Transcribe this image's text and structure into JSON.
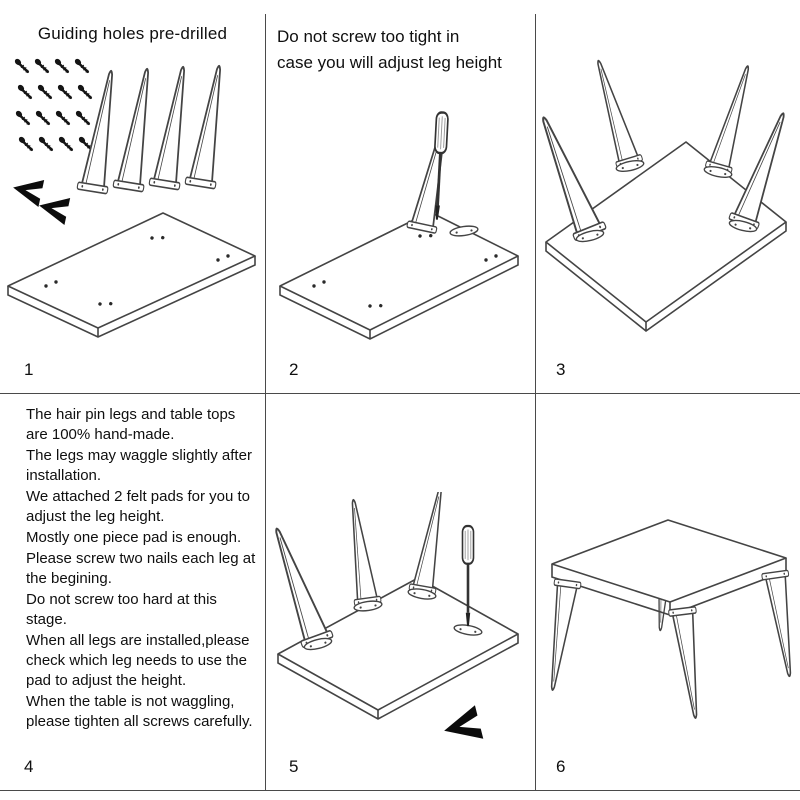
{
  "panels": [
    {
      "number": "1",
      "title": "Guiding holes pre-drilled"
    },
    {
      "number": "2",
      "title_line1": "Do not screw too tight in",
      "title_line2": "case you will  adjust leg height"
    },
    {
      "number": "3"
    },
    {
      "number": "4",
      "paragraphs": [
        "The hair pin legs and table tops are 100% hand-made.",
        "The legs may waggle slightly after installation.",
        "We attached 2 felt pads for you to adjust the leg height.",
        "Mostly one piece pad is enough.",
        "Please screw two nails each leg at the begining.",
        "Do not screw too hard at this stage.",
        "When all legs are installed,please check which leg needs to use the pad to adjust the height.",
        "When the table is not waggling, please tighten all screws carefully."
      ]
    },
    {
      "number": "5"
    },
    {
      "number": "6"
    }
  ],
  "colors": {
    "line_art": "#444444",
    "ink": "#0f0f0f",
    "hardware": "#111111"
  }
}
